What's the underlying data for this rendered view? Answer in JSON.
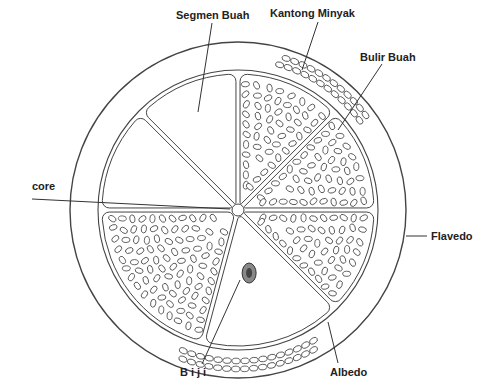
{
  "diagram": {
    "labels": [
      "Segmen Buah",
      "Kantong Minyak",
      "Bulir Buah",
      "core",
      "Flavedo",
      "Biji",
      "Albedo"
    ]
  }
}
